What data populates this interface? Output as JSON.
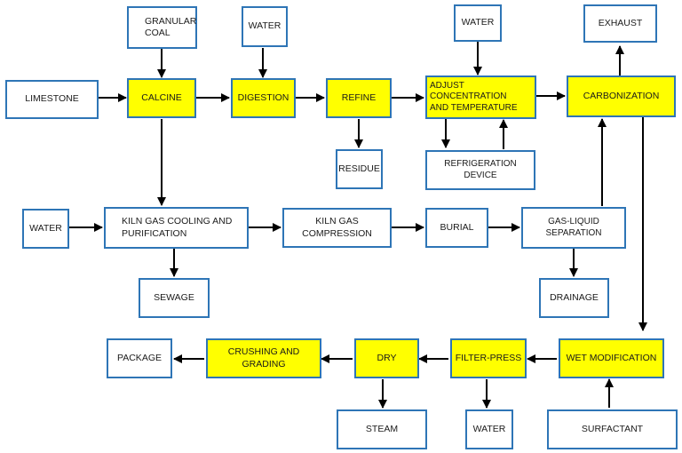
{
  "colors": {
    "box_border": "#2e75b6",
    "highlight_fill": "#ffff00",
    "arrow": "#000000"
  },
  "nodes": {
    "granular_coal": "GRANULAR\nCOAL",
    "water_top1": "WATER",
    "water_top2": "WATER",
    "exhaust": "EXHAUST",
    "limestone": "LIMESTONE",
    "calcine": "CALCINE",
    "digestion": "DIGESTION",
    "refine": "REFINE",
    "adjust": "ADJUST CONCENTRATION\nAND TEMPERATURE",
    "carbonization": "CARBONIZATION",
    "residue": "RESIDUE",
    "refrigeration": "REFRIGERATION DEVICE",
    "water_mid": "WATER",
    "kiln_cooling": "KILN GAS COOLING AND\nPURIFICATION",
    "kiln_compression": "KILN GAS COMPRESSION",
    "burial": "BURIAL",
    "gas_liquid": "GAS-LIQUID SEPARATION",
    "sewage": "SEWAGE",
    "drainage": "DRAINAGE",
    "package": "PACKAGE",
    "crushing": "CRUSHING AND GRADING",
    "dry": "DRY",
    "filter_press": "FILTER-PRESS",
    "wet_mod": "WET MODIFICATION",
    "steam": "STEAM",
    "water_bottom": "WATER",
    "surfactant": "SURFACTANT"
  }
}
